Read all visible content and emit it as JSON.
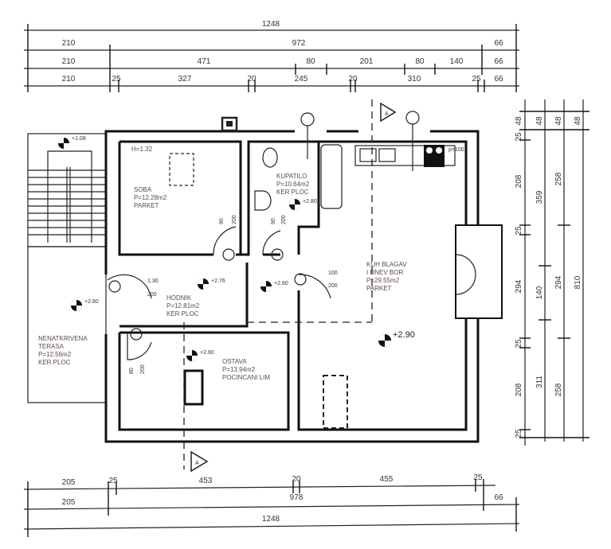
{
  "dims_top": {
    "row1": [
      "1248"
    ],
    "row2": [
      "210",
      "972",
      "66"
    ],
    "row3": [
      "210",
      "471",
      "80",
      "201",
      "80",
      "140",
      "66"
    ],
    "row4": [
      "210",
      "25",
      "327",
      "20",
      "245",
      "20",
      "310",
      "25",
      "66"
    ]
  },
  "dims_right": {
    "col1": [
      "25",
      "48",
      "208",
      "25",
      "294",
      "25",
      "208",
      "25"
    ],
    "col2": [
      "48",
      "359",
      "140",
      "311"
    ],
    "col3": [
      "48",
      "258",
      "294",
      "258"
    ],
    "col4": [
      "48",
      "810"
    ]
  },
  "dims_bottom": {
    "row1": [
      "205",
      "25",
      "453",
      "20",
      "455",
      "25"
    ],
    "row2": [
      "205",
      "978",
      "66"
    ],
    "row3": [
      "1248"
    ]
  },
  "rooms": {
    "soba": {
      "name": "SOBA",
      "area": "P=12.28m2",
      "floor": "PARKET",
      "height": "H=1.32"
    },
    "kupatilo": {
      "name": "KUPATILO",
      "area": "P=10.64m2",
      "floor": "KER PLOC"
    },
    "kuhinja": {
      "name": "KUH BLAGAV",
      "name2": "I DNEV BOR",
      "area": "P=29.55m2",
      "floor": "PARKET"
    },
    "hodnik": {
      "name": "HODNIK",
      "area": "P=12.81m2",
      "floor": "KER PLOC"
    },
    "ostava": {
      "name": "OSTAVA",
      "area": "P=13.94m2",
      "floor": "POCINCANI LIM"
    },
    "terasa": {
      "name": "NENATKRIVENA",
      "name2": "TERASA",
      "area": "P=12.56m2",
      "floor": "KER PLOC"
    }
  },
  "levels": {
    "stairs": "+1.08",
    "terasa": "+2.80",
    "hodnik": "+2.76",
    "hall2": "+2.90",
    "kupatilo": "+2.80",
    "ostava": "+2.90",
    "kuhinja": "+2.90"
  },
  "doors": {
    "entry": [
      "1.30",
      "200"
    ],
    "soba": [
      "90",
      "200"
    ],
    "kupatilo": [
      "90",
      "200"
    ],
    "kuhinja": [
      "100",
      "200"
    ],
    "ostava": [
      "80",
      "200"
    ]
  },
  "kitchen_note": "p=100",
  "section_mark": "A"
}
